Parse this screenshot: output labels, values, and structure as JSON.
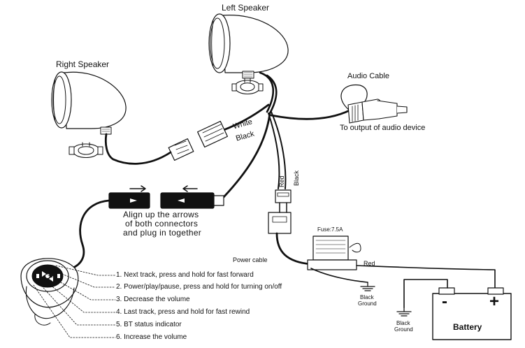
{
  "labels": {
    "left_speaker": "Left Speaker",
    "right_speaker": "Right Speaker",
    "audio_cable": "Audio Cable",
    "audio_output": "To output of audio device",
    "white_wire": "White",
    "black_wire": "Black",
    "red_wire_v": "Red",
    "black_wire_v": "Black",
    "fuse": "Fuse:7.5A",
    "power_cable": "Power cable",
    "red_wire_h": "Red",
    "black_ground_1_line1": "Black",
    "black_ground_1_line2": "Ground",
    "black_ground_2_line1": "Black",
    "black_ground_2_line2": "Ground",
    "battery": "Battery",
    "battery_minus": "-",
    "battery_plus": "+",
    "align_note": [
      "Align up the arrows",
      "of both connectors",
      "and  plug  in  together"
    ]
  },
  "controller_legend": [
    "1. Next track, press and hold for fast forward",
    "2. Power/play/pause, press and hold for turning on/off",
    "3. Decrease the volume",
    "4. Last track, press and hold for fast rewind",
    "5. BT status indicator",
    "6. Increase the volume"
  ],
  "icons": {
    "left_speaker": "speaker-pod-icon",
    "right_speaker": "speaker-pod-icon",
    "remote": "handlebar-remote-icon",
    "fuse": "fuse-holder-icon",
    "battery": "battery-icon",
    "ground": "ground-symbol-icon",
    "audio_plug": "aux-plug-icon"
  },
  "colors": {
    "line": "#111111",
    "background": "#ffffff"
  }
}
